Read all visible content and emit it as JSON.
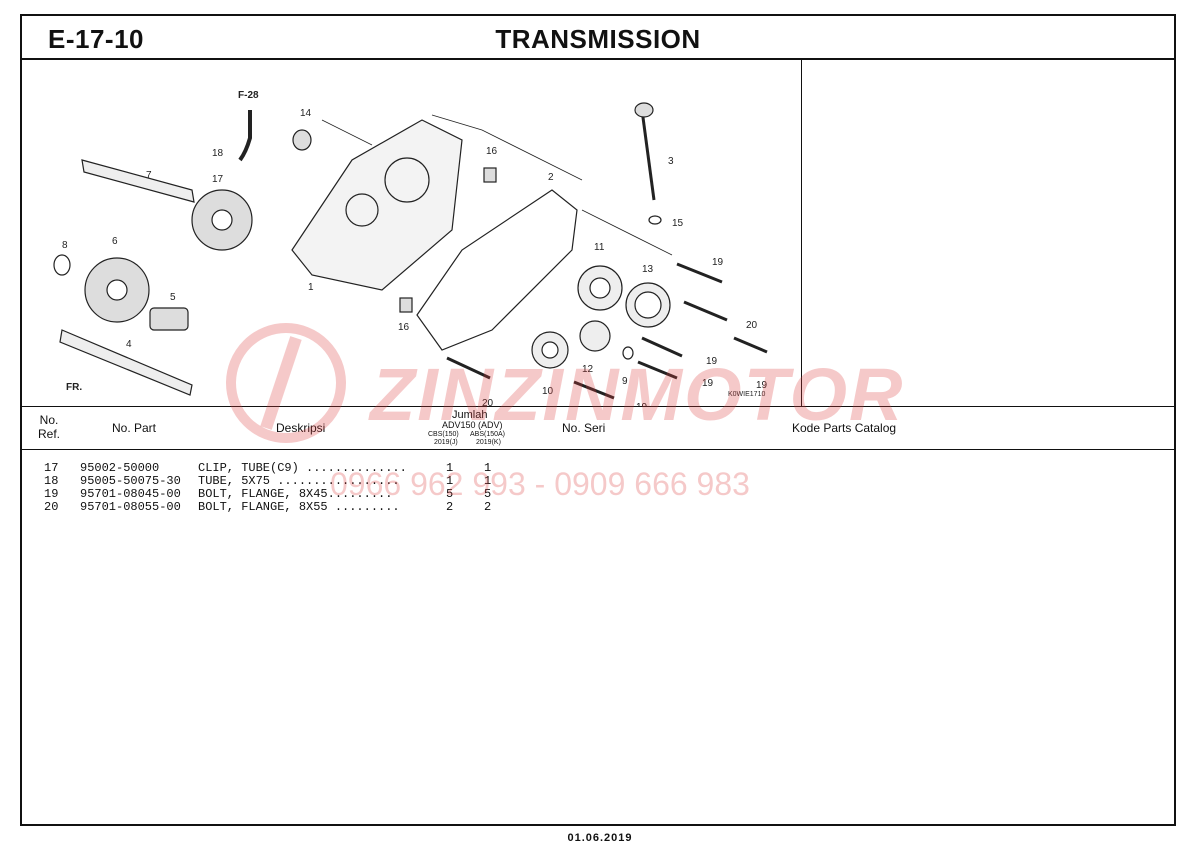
{
  "header": {
    "code": "E-17-10",
    "title": "TRANSMISSION"
  },
  "diagram": {
    "callouts": [
      "1",
      "2",
      "3",
      "4",
      "5",
      "6",
      "7",
      "8",
      "9",
      "10",
      "11",
      "12",
      "13",
      "14",
      "15",
      "16",
      "16",
      "17",
      "18",
      "19",
      "19",
      "19",
      "19",
      "19",
      "20",
      "20"
    ],
    "f_ref": "F-28",
    "front_arrow": "FR.",
    "figure_code": "K0WIE1710"
  },
  "columns": {
    "no_ref": "No.\nRef.",
    "no_part": "No. Part",
    "deskripsi": "Deskripsi",
    "jumlah": "Jumlah",
    "jumlah_model": "ADV150 (ADV)",
    "sub1_top": "CBS(150)",
    "sub1_bot": "2019(J)",
    "sub2_top": "ABS(150A)",
    "sub2_bot": "2019(K)",
    "no_seri": "No. Seri",
    "kode": "Kode Parts Catalog"
  },
  "parts": [
    {
      "ref": "17",
      "part_no": "95002-50000",
      "desc": "CLIP, TUBE(C9) ..............",
      "q1": "1",
      "q2": "1"
    },
    {
      "ref": "18",
      "part_no": "95005-50075-30",
      "desc": "TUBE, 5X75 .................",
      "q1": "1",
      "q2": "1"
    },
    {
      "ref": "19",
      "part_no": "95701-08045-00",
      "desc": "BOLT, FLANGE, 8X45.........",
      "q1": "5",
      "q2": "5"
    },
    {
      "ref": "20",
      "part_no": "95701-08055-00",
      "desc": "BOLT, FLANGE, 8X55 .........",
      "q1": "2",
      "q2": "2"
    }
  ],
  "watermark": {
    "brand": "ZINZINMOTOR",
    "phone": "0966 962 993 - 0909 666 983"
  },
  "footer": {
    "date": "01.06.2019"
  }
}
